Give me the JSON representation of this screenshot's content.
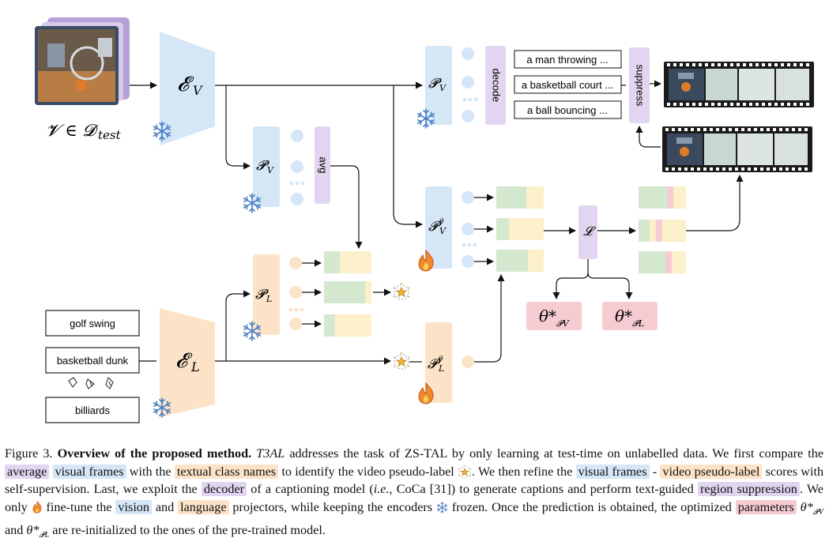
{
  "encoders": {
    "video": "𝓔",
    "video_sub": "V",
    "language": "𝓔",
    "language_sub": "L"
  },
  "input": {
    "video_label": "𝓥 ∈ 𝓓",
    "video_label_sub": "test"
  },
  "projectors": {
    "pv_main": "𝓟",
    "pv_sub": "V",
    "pl_main": "𝓟",
    "pl_sub": "L",
    "theta": "θ"
  },
  "operations": {
    "decode": "decode",
    "suppress": "suppress",
    "avg": "avg",
    "loss": "𝓛"
  },
  "captions": [
    "a man throwing ...",
    "a basketball court ...",
    "a ball bouncing ..."
  ],
  "class_names": [
    "golf swing",
    "basketball dunk",
    "billiards"
  ],
  "parameters": {
    "theta_v": "θ*",
    "theta_v_sub": "𝓟V",
    "theta_l": "θ*",
    "theta_l_sub": "𝓟L"
  },
  "colors": {
    "blue": "#d5e6f7",
    "orange": "#fce3c8",
    "purple": "#e1d5f0",
    "green": "#d4e8cf",
    "yellow": "#fbf0c9",
    "red": "#f6ccd2",
    "snowflake": "#4a7ec4",
    "flame": "#f0892b"
  },
  "figure_caption": {
    "fig_no": "Figure 3.",
    "bold": "Overview of the proposed method.",
    "t3al": "T3AL",
    "s1": "addresses the task of ZS-TAL by only learning at test-time on unlabelled data. We first compare the",
    "hl_average": "average",
    "hl_visual_frames": "visual frames",
    "s2": "with the",
    "hl_textual": "textual class names",
    "s3": "to identify the video pseudo-label",
    "s4": ". We then refine the",
    "hl_visual_frames2": "visual frames",
    "dash": "-",
    "hl_video_pseudo": "video pseudo-label",
    "s5": "scores with self-supervision. Last, we exploit the",
    "hl_decoder": "decoder",
    "s6": "of a captioning model (",
    "ie": "i.e.",
    "s7": ", CoCa [31]) to generate captions and perform text-guided",
    "hl_region": "region suppression",
    "s8": ". We only",
    "s9": "fine-tune the",
    "hl_vision": "vision",
    "s10": "and",
    "hl_language": "language",
    "s11": "projectors, while keeping the encoders",
    "s12": "frozen. Once the prediction is obtained, the optimized",
    "hl_parameters": "parameters",
    "s13": "and",
    "s14": "are re-initialized to the ones of the pre-trained model."
  }
}
